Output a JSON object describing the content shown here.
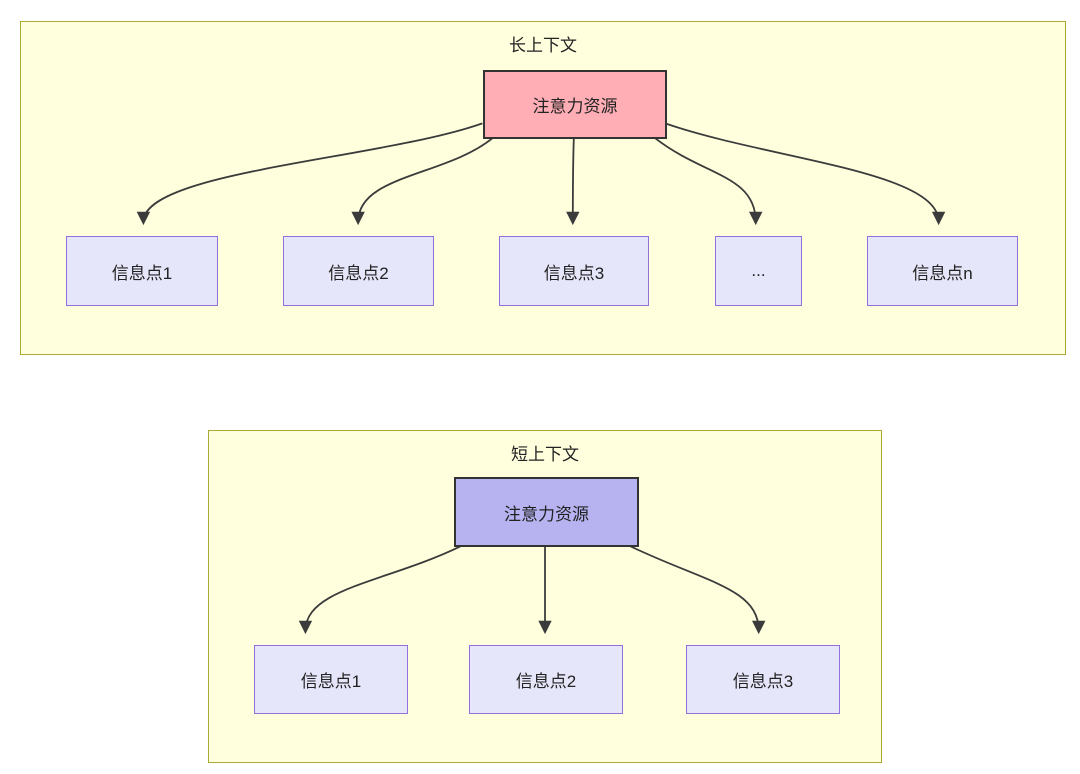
{
  "panels": {
    "long": {
      "title": "长上下文",
      "attention_label": "注意力资源",
      "items": [
        "信息点1",
        "信息点2",
        "信息点3",
        "...",
        "信息点n"
      ]
    },
    "short": {
      "title": "短上下文",
      "attention_label": "注意力资源",
      "items": [
        "信息点1",
        "信息点2",
        "信息点3"
      ]
    }
  },
  "colors": {
    "panel_background": "#ffffde",
    "panel_border": "#aaaa33",
    "attention_long_fill": "#ffaeb6",
    "attention_short_fill": "#b6b3f0",
    "node_border_dark": "#333333",
    "item_fill": "#e6e6fa",
    "item_border": "#9370db",
    "arrow": "#3b3b3b",
    "text": "#222222"
  }
}
